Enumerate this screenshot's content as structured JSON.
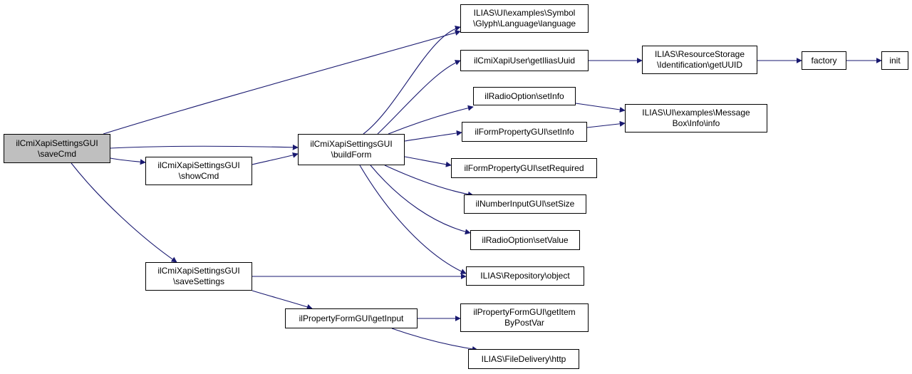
{
  "graph": {
    "root": "n_save",
    "edge_color": "#191970",
    "root_fill": "#bfbfbf",
    "nodes": [
      {
        "id": "n_save",
        "lines": [
          "ilCmiXapiSettingsGUI",
          "\\saveCmd"
        ]
      },
      {
        "id": "n_show",
        "lines": [
          "ilCmiXapiSettingsGUI",
          "\\showCmd"
        ]
      },
      {
        "id": "n_build",
        "lines": [
          "ilCmiXapiSettingsGUI",
          "\\buildForm"
        ]
      },
      {
        "id": "n_savesettings",
        "lines": [
          "ilCmiXapiSettingsGUI",
          "\\saveSettings"
        ]
      },
      {
        "id": "n_lang",
        "lines": [
          "ILIAS\\UI\\examples\\Symbol",
          "\\Glyph\\Language\\language"
        ]
      },
      {
        "id": "n_uuid",
        "lines": [
          "ilCmiXapiUser\\getIliasUuid"
        ]
      },
      {
        "id": "n_ro_setinfo",
        "lines": [
          "ilRadioOption\\setInfo"
        ]
      },
      {
        "id": "n_fp_setinfo",
        "lines": [
          "ilFormPropertyGUI\\setInfo"
        ]
      },
      {
        "id": "n_fp_setreq",
        "lines": [
          "ilFormPropertyGUI\\setRequired"
        ]
      },
      {
        "id": "n_ni_setsize",
        "lines": [
          "ilNumberInputGUI\\setSize"
        ]
      },
      {
        "id": "n_ro_setvalue",
        "lines": [
          "ilRadioOption\\setValue"
        ]
      },
      {
        "id": "n_repo",
        "lines": [
          "ILIAS\\Repository\\object"
        ]
      },
      {
        "id": "n_getinput",
        "lines": [
          "ilPropertyFormGUI\\getInput"
        ]
      },
      {
        "id": "n_getitem",
        "lines": [
          "ilPropertyFormGUI\\getItem",
          "ByPostVar"
        ]
      },
      {
        "id": "n_http",
        "lines": [
          "ILIAS\\FileDelivery\\http"
        ]
      },
      {
        "id": "n_rs_uuid",
        "lines": [
          "ILIAS\\ResourceStorage",
          "\\Identification\\getUUID"
        ]
      },
      {
        "id": "n_msgbox",
        "lines": [
          "ILIAS\\UI\\examples\\Message",
          "Box\\Info\\info"
        ]
      },
      {
        "id": "n_factory",
        "lines": [
          "factory"
        ]
      },
      {
        "id": "n_init",
        "lines": [
          "init"
        ]
      }
    ],
    "edges": [
      {
        "from": "n_save",
        "to": "n_lang"
      },
      {
        "from": "n_save",
        "to": "n_build"
      },
      {
        "from": "n_save",
        "to": "n_show"
      },
      {
        "from": "n_save",
        "to": "n_savesettings"
      },
      {
        "from": "n_show",
        "to": "n_build"
      },
      {
        "from": "n_build",
        "to": "n_lang"
      },
      {
        "from": "n_build",
        "to": "n_uuid"
      },
      {
        "from": "n_build",
        "to": "n_ro_setinfo"
      },
      {
        "from": "n_build",
        "to": "n_fp_setinfo"
      },
      {
        "from": "n_build",
        "to": "n_fp_setreq"
      },
      {
        "from": "n_build",
        "to": "n_ni_setsize"
      },
      {
        "from": "n_build",
        "to": "n_ro_setvalue"
      },
      {
        "from": "n_build",
        "to": "n_repo"
      },
      {
        "from": "n_savesettings",
        "to": "n_repo"
      },
      {
        "from": "n_savesettings",
        "to": "n_getinput"
      },
      {
        "from": "n_getinput",
        "to": "n_getitem"
      },
      {
        "from": "n_getinput",
        "to": "n_http"
      },
      {
        "from": "n_uuid",
        "to": "n_rs_uuid"
      },
      {
        "from": "n_rs_uuid",
        "to": "n_factory"
      },
      {
        "from": "n_factory",
        "to": "n_init"
      },
      {
        "from": "n_ro_setinfo",
        "to": "n_msgbox"
      },
      {
        "from": "n_fp_setinfo",
        "to": "n_msgbox"
      }
    ]
  }
}
